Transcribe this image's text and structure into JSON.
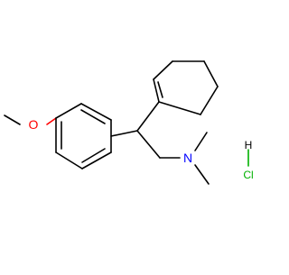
{
  "structure": {
    "name": "",
    "atoms": {
      "nitrogen": "N",
      "hcl_h": "H",
      "hcl_cl": "Cl"
    }
  },
  "colors": {
    "bond": "#000000",
    "oxygen": "#ff0000",
    "nitrogen": "#0000ff",
    "chlorine": "#00b000",
    "hydrogen": "#000000"
  }
}
